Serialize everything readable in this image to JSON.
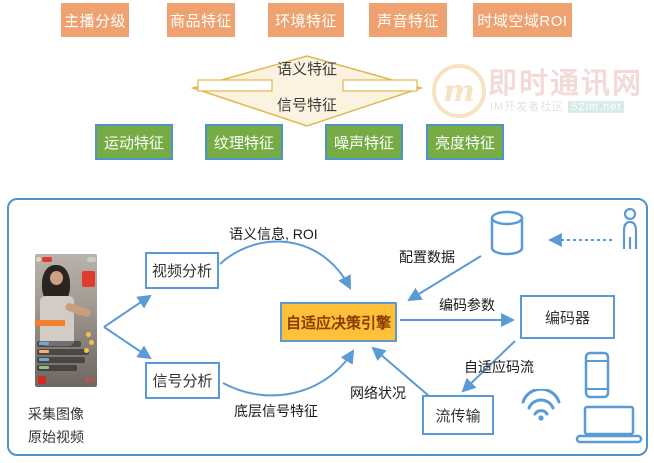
{
  "top_features": {
    "items": [
      "主播分级",
      "商品特征",
      "环境特征",
      "声音特征",
      "时域空域ROI"
    ]
  },
  "diamond": {
    "top_label": "语义特征",
    "bottom_label": "信号特征"
  },
  "signal_features": {
    "items": [
      "运动特征",
      "纹理特征",
      "噪声特征",
      "亮度特征"
    ]
  },
  "watermark": {
    "logo_letter": "m",
    "title": "即时通讯网",
    "subtitle": "IM开发者社区",
    "site": "52im.net"
  },
  "flowchart": {
    "source_caption_line1": "采集图像",
    "source_caption_line2": "原始视频",
    "nodes": {
      "video_analysis": "视频分析",
      "signal_analysis": "信号分析",
      "decision_engine": "自适应决策引擎",
      "encoder": "编码器",
      "stream_transport": "流传输"
    },
    "edge_labels": {
      "semantic_info": "语义信息, ROI",
      "config_data": "配置数据",
      "encode_params": "编码参数",
      "adaptive_bitrate": "自适应码流",
      "network_status": "网络状况",
      "low_level_signal": "底层信号特征"
    },
    "icons": {
      "database": "cylinder",
      "person": "user-figure",
      "wifi": "wifi-arcs",
      "smartphone": "phone-outline",
      "laptop": "laptop-outline"
    }
  },
  "colors": {
    "accent_blue": "#5B9BD5",
    "box_orange": "#F0A170",
    "box_green": "#76AC43",
    "green_border": "#4F93C9",
    "engine_yellow": "#FFC13A",
    "engine_text": "#8C3B00",
    "diamond_fill": "#FBF3DF",
    "diamond_border": "#E0B852"
  }
}
